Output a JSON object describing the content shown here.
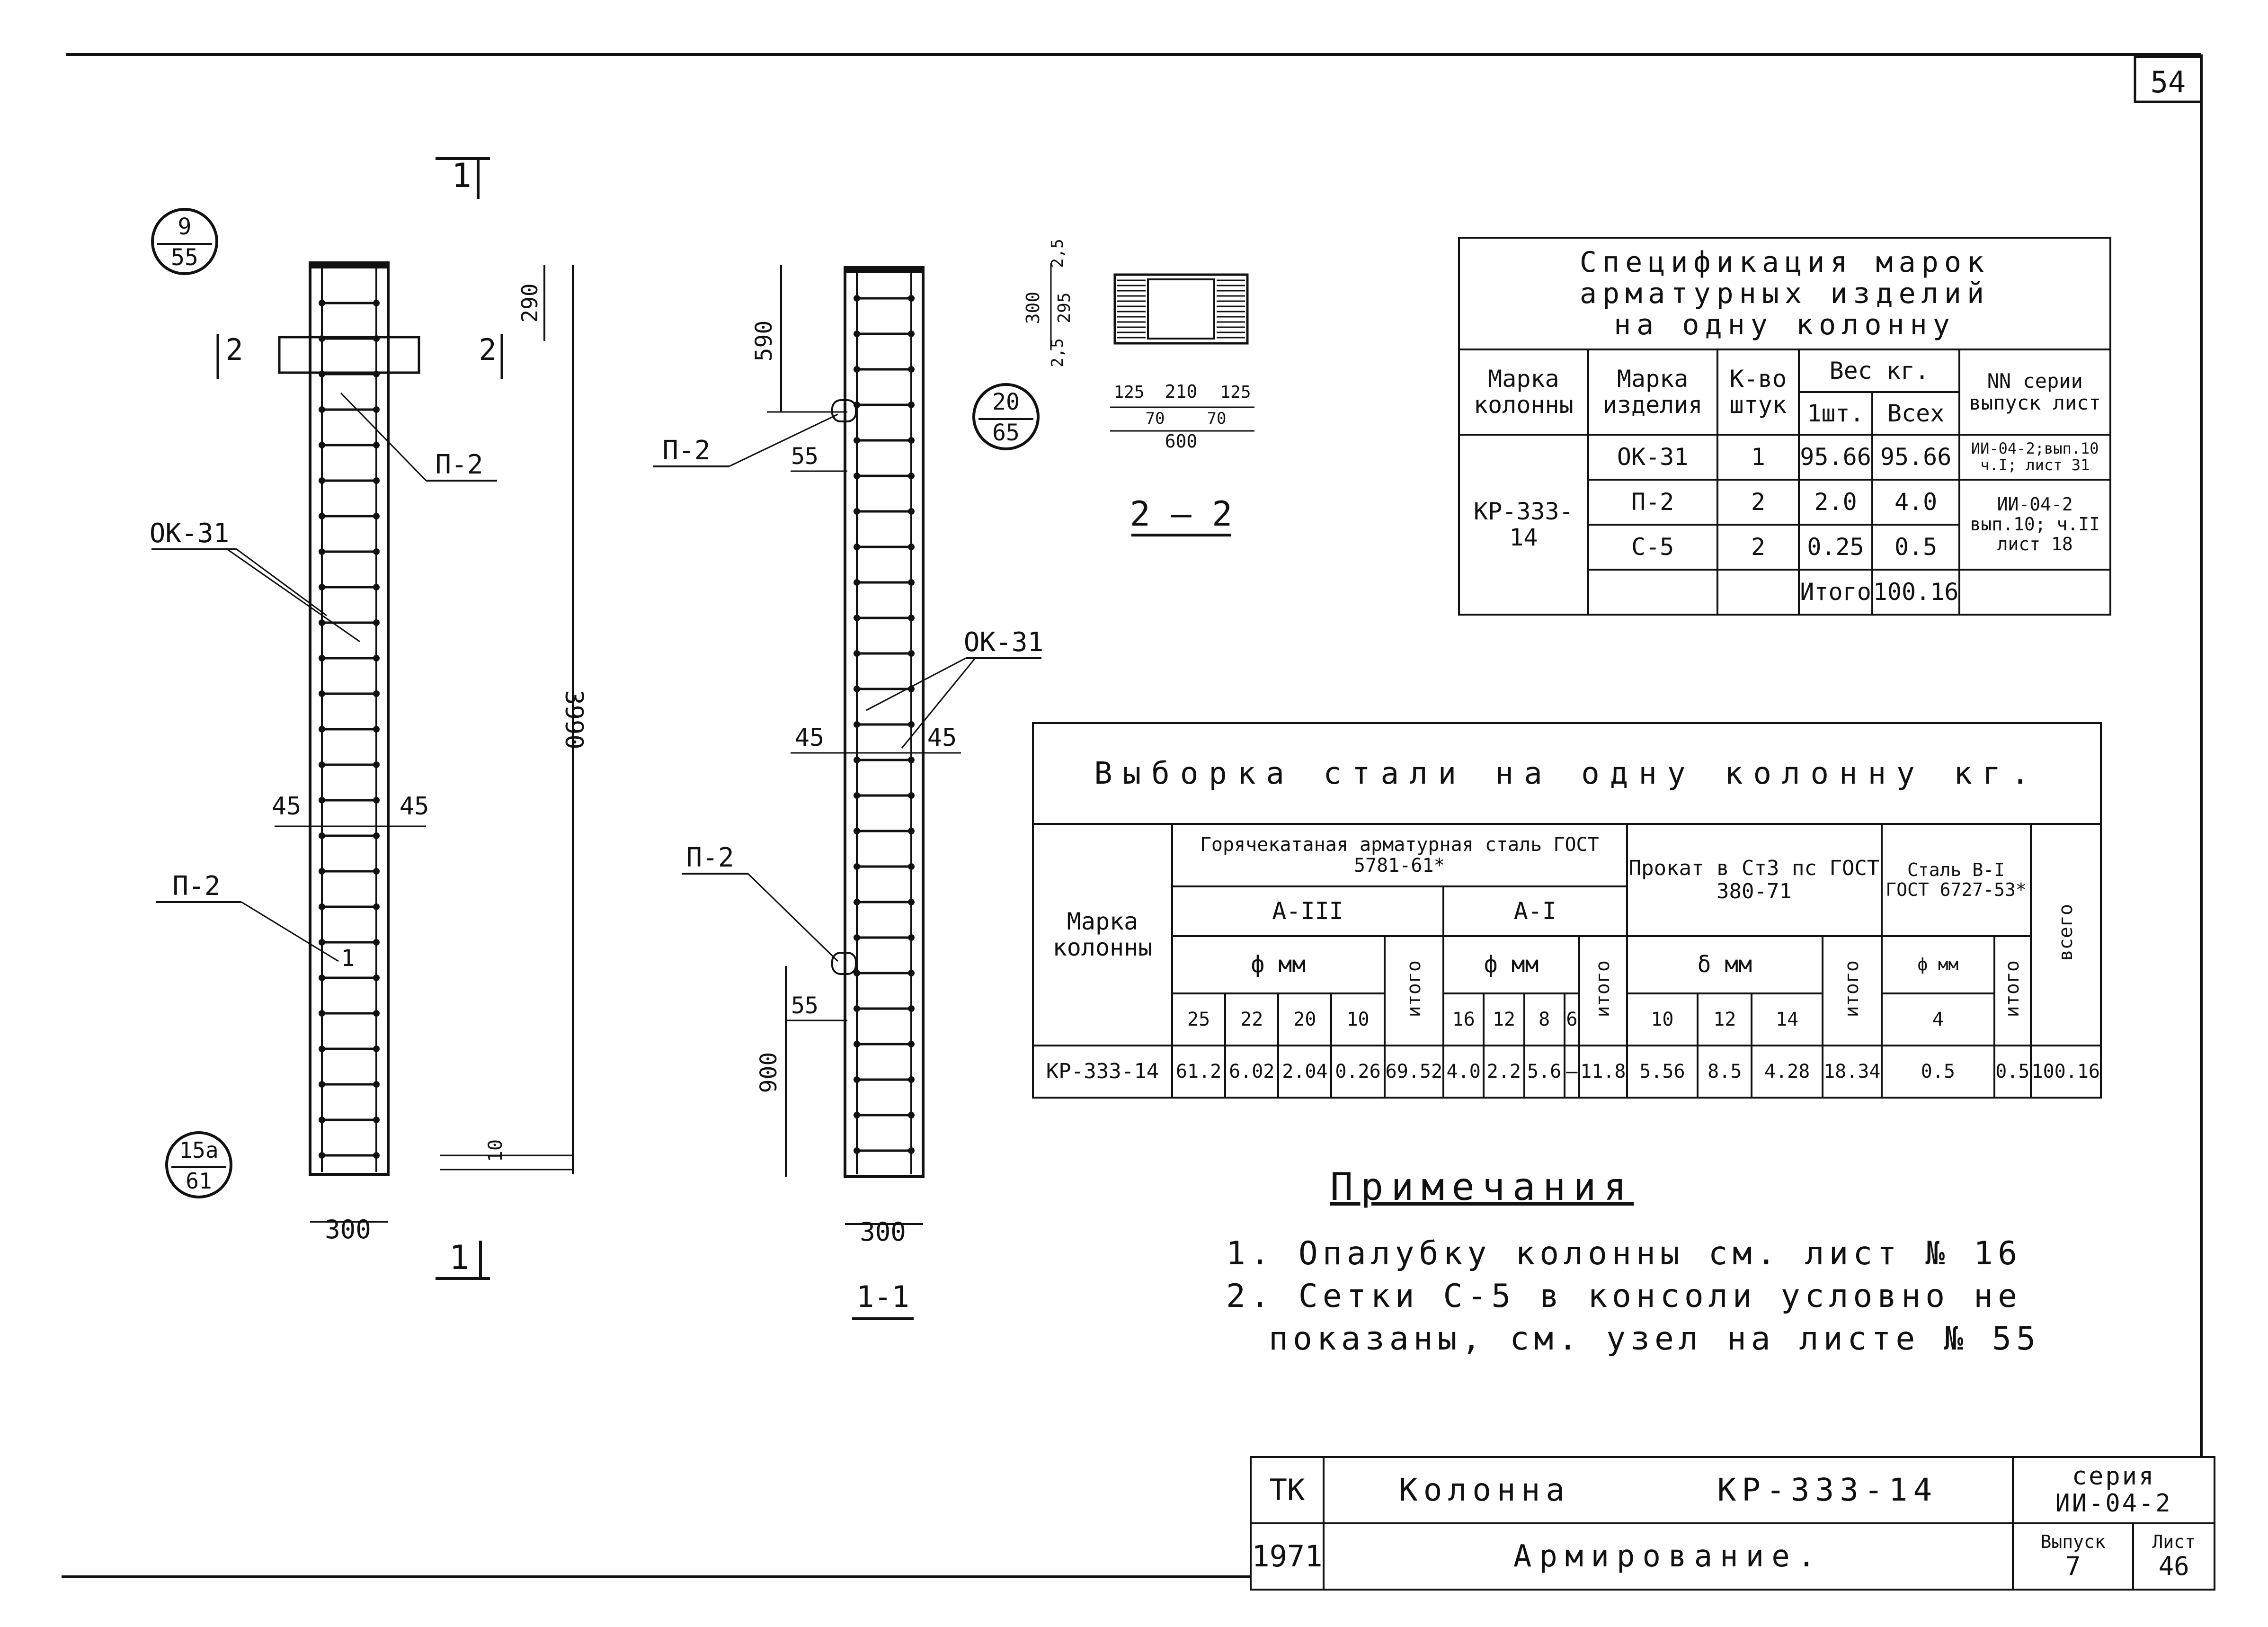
{
  "sheet": {
    "page_number": "54"
  },
  "callouts": {
    "top": {
      "top": "9",
      "bottom": "55"
    },
    "mid": {
      "top": "20",
      "bottom": "65"
    },
    "bottom": {
      "top": "15а",
      "bottom": "61"
    }
  },
  "labels": {
    "section_mark": "1",
    "section_2": "2",
    "p2": "П-2",
    "ok31": "ОК-31",
    "mesh_mark": "1",
    "section_1_1": "1-1",
    "section_2_2": "2 — 2"
  },
  "dims": {
    "d290": "290",
    "d3990": "3990",
    "d45": "45",
    "d300": "300",
    "d10": "10",
    "d590": "590",
    "d55": "55",
    "d900": "900",
    "s25": "2,5",
    "s295": "295",
    "s300": "300",
    "s125": "125",
    "s210": "210",
    "s70": "70",
    "s600": "600"
  },
  "spec_table": {
    "title_lines": [
      "Спецификация марок",
      "арматурных изделий",
      "на одну колонну"
    ],
    "headers": {
      "col_mark": "Марка колонны",
      "item_mark": "Марка изделия",
      "qty": "К-во штук",
      "weight": "Вес кг.",
      "per_one": "1шт.",
      "total": "Всех",
      "series": "NN серии выпуск лист"
    },
    "column_mark": "КР-333-14",
    "rows": [
      {
        "item": "ОК-31",
        "qty": "1",
        "w1": "95.66",
        "wall": "95.66",
        "series": "ИИ-04-2;вып.10 ч.I; лист 31"
      },
      {
        "item": "П-2",
        "qty": "2",
        "w1": "2.0",
        "wall": "4.0",
        "series": "ИИ-04-2 вып.10; ч.II лист 18"
      },
      {
        "item": "С-5",
        "qty": "2",
        "w1": "0.25",
        "wall": "0.5"
      }
    ],
    "total_label": "Итого",
    "total_value": "100.16"
  },
  "steel_table": {
    "title": "Выборка стали на одну колонну кг.",
    "h_mark": "Марка колонны",
    "h_hot": "Горячекатаная арматурная сталь ГОСТ 5781-61*",
    "h_a3": "А-III",
    "h_a1": "А-I",
    "h_prokat": "Прокат в Ст3 пс ГОСТ 380-71",
    "h_stal": "Сталь В-I ГОСТ 6727-53*",
    "h_phi": "ф мм",
    "h_delta": "δ мм",
    "h_phi_small": "ф мм",
    "h_itogo": "итого",
    "h_total": "всего",
    "a3_diams": [
      "25",
      "22",
      "20",
      "10"
    ],
    "a1_diams": [
      "16",
      "12",
      "8",
      "6"
    ],
    "prokat_sizes": [
      "10",
      "12",
      "14"
    ],
    "stal_diam": "4",
    "row": {
      "mark": "КР-333-14",
      "a3": [
        "61.2",
        "6.02",
        "2.04",
        "0.26"
      ],
      "a3_itogo": "69.52",
      "a1": [
        "4.0",
        "2.2",
        "5.6",
        "—"
      ],
      "a1_itogo": "11.8",
      "pr": [
        "5.56",
        "8.5",
        "4.28"
      ],
      "pr_itogo": "18.34",
      "st": "0.5",
      "st_itogo": "0.5",
      "total": "100.16"
    }
  },
  "notes": {
    "heading": "Примечания",
    "items": [
      "1. Опалубку колонны см. лист № 16",
      "2. Сетки С-5 в консоли условно не",
      "показаны, см. узел на листе № 55"
    ]
  },
  "title_block": {
    "org": "ТК",
    "year": "1971",
    "name": "Колонна",
    "code": "КР-333-14",
    "subtitle": "Армирование.",
    "series_label": "серия",
    "series_value": "ИИ-04-2",
    "issue_label": "Выпуск",
    "issue_value": "7",
    "sheet_label": "Лист",
    "sheet_value": "46"
  }
}
